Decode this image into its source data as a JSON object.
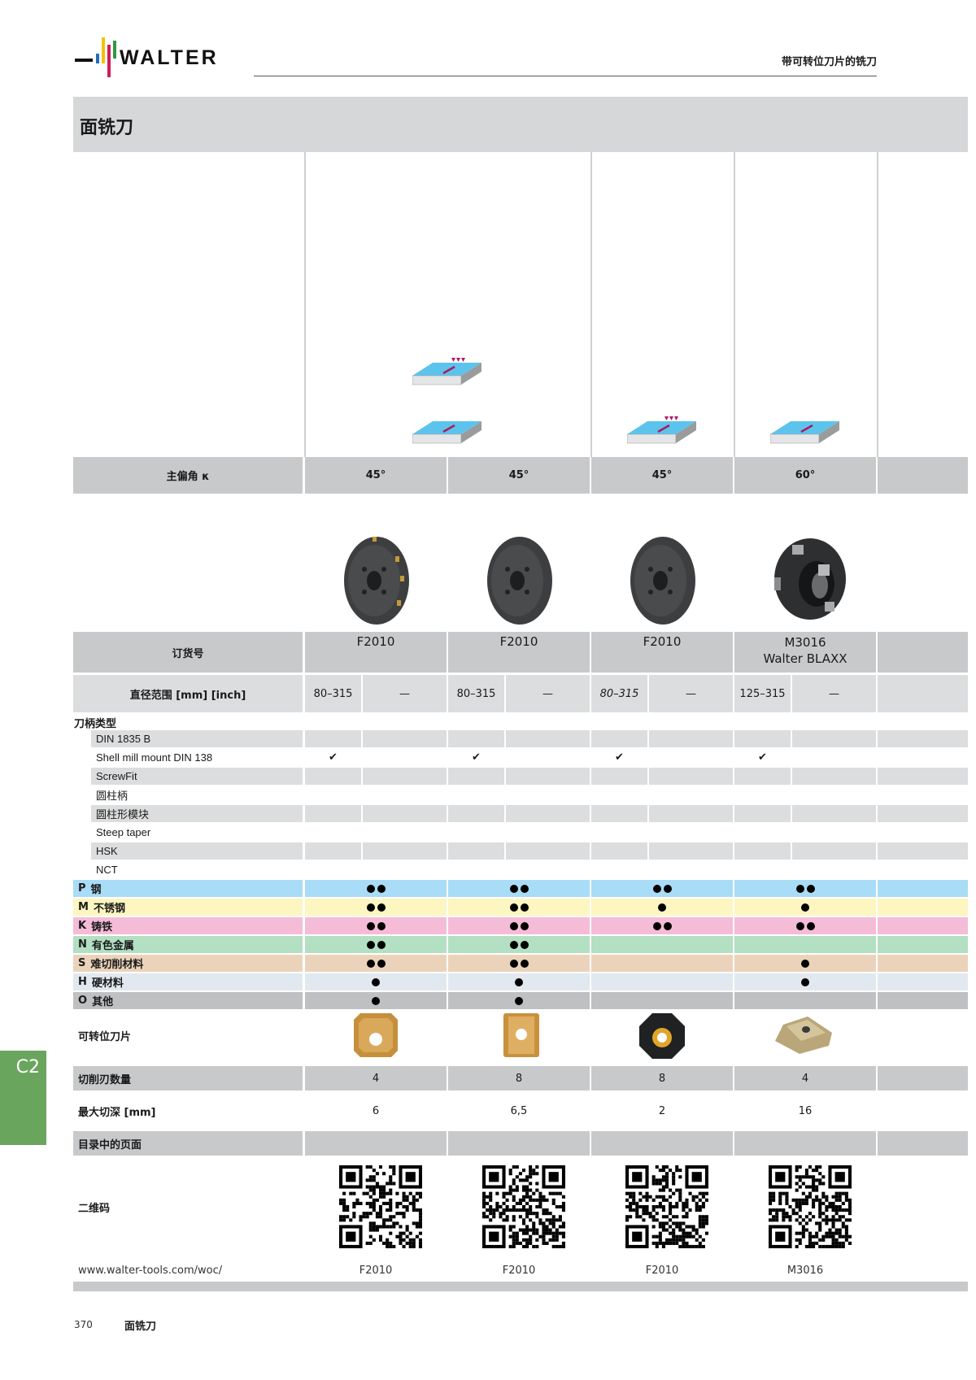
{
  "header": {
    "brand": "WALTER",
    "section": "带可转位刀片的铣刀"
  },
  "title": "面铣刀",
  "side_tab": "C2",
  "columns_x": [
    375,
    551,
    727,
    903,
    1079
  ],
  "angle_row": {
    "label": "主偏角 κ",
    "values": [
      "45°",
      "45°",
      "45°",
      "60°"
    ]
  },
  "order_row": {
    "label": "订货号",
    "values": [
      "F2010",
      "F2010",
      "F2010",
      "M3016\nWalter BLAXX"
    ],
    "line1": [
      "F2010",
      "F2010",
      "F2010",
      "M3016"
    ],
    "line2": [
      "",
      "",
      "",
      "Walter BLAXX"
    ]
  },
  "diameter_row": {
    "label": "直径范围 [mm] [inch]",
    "mm": [
      "80–315",
      "80–315",
      "80–315",
      "125–315"
    ],
    "inch": [
      "—",
      "—",
      "—",
      "—"
    ]
  },
  "shank": {
    "heading": "刀柄类型",
    "items": [
      {
        "label": "DIN 1835 B",
        "checks": [
          false,
          false,
          false,
          false
        ]
      },
      {
        "label": "Shell mill mount DIN 138",
        "checks": [
          true,
          true,
          true,
          true
        ]
      },
      {
        "label": "ScrewFit",
        "checks": [
          false,
          false,
          false,
          false
        ]
      },
      {
        "label": "圆柱柄",
        "checks": [
          false,
          false,
          false,
          false
        ]
      },
      {
        "label": "圆柱形模块",
        "checks": [
          false,
          false,
          false,
          false
        ]
      },
      {
        "label": "Steep taper",
        "checks": [
          false,
          false,
          false,
          false
        ]
      },
      {
        "label": "HSK",
        "checks": [
          false,
          false,
          false,
          false
        ]
      },
      {
        "label": "NCT",
        "checks": [
          false,
          false,
          false,
          false
        ]
      }
    ],
    "check_glyph": "✔"
  },
  "materials": [
    {
      "code": "P",
      "label": "钢",
      "color": "#a9dcf6",
      "ratings": [
        2,
        2,
        2,
        2
      ]
    },
    {
      "code": "M",
      "label": "不锈钢",
      "color": "#fdf6c0",
      "ratings": [
        2,
        2,
        1,
        1
      ]
    },
    {
      "code": "K",
      "label": "铸铁",
      "color": "#f5bcd7",
      "ratings": [
        2,
        2,
        2,
        2
      ]
    },
    {
      "code": "N",
      "label": "有色金属",
      "color": "#b3dfc3",
      "ratings": [
        2,
        2,
        0,
        0
      ]
    },
    {
      "code": "S",
      "label": "难切削材料",
      "color": "#ebd3bb",
      "ratings": [
        2,
        2,
        0,
        1
      ]
    },
    {
      "code": "H",
      "label": "硬材料",
      "color": "#e2e8ef",
      "ratings": [
        1,
        1,
        0,
        1
      ]
    },
    {
      "code": "O",
      "label": "其他",
      "color": "#bfc0c2",
      "ratings": [
        1,
        1,
        0,
        0
      ]
    }
  ],
  "insert_row": {
    "label": "可转位刀片"
  },
  "edges_row": {
    "label": "切削刃数量",
    "values": [
      "4",
      "8",
      "8",
      "4"
    ]
  },
  "depth_row": {
    "label": "最大切深 [mm]",
    "values": [
      "6",
      "6,5",
      "2",
      "16"
    ]
  },
  "catalog_row": {
    "label": "目录中的页面",
    "values": [
      "",
      "",
      "",
      ""
    ]
  },
  "qr_row": {
    "label": "二维码"
  },
  "url_row": {
    "label": "www.walter-tools.com/woc/",
    "values": [
      "F2010",
      "F2010",
      "F2010",
      "M3016"
    ]
  },
  "footer": {
    "page": "370",
    "title": "面铣刀"
  }
}
